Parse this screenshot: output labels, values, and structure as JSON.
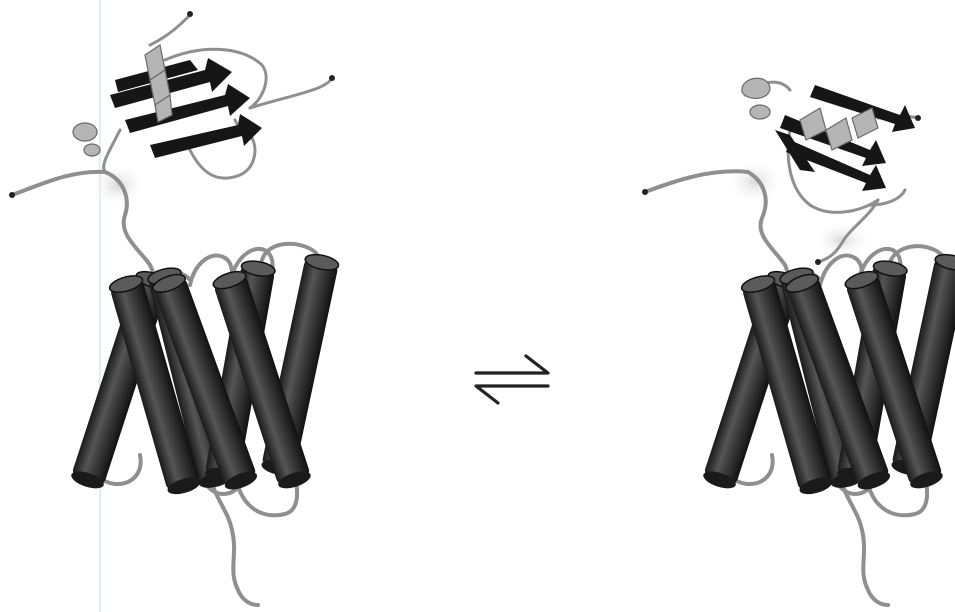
{
  "figure": {
    "left_state": {
      "domain": "beta-sheet-head-domain",
      "transmembrane_helices": 7
    },
    "right_state": {
      "domain": "beta-sheet-head-domain",
      "transmembrane_helices": 7
    },
    "equilibrium_symbol": "reversible-equilibrium-arrows"
  },
  "colors": {
    "background": "#ffffff",
    "helix": "#2a2a2a",
    "helix_shade": "#4a4a4a",
    "sheet": "#1a1a1a",
    "light_helix": "#a8a8a8",
    "loop": "#8c8c8c",
    "loop_light": "#c8c8c8",
    "arrow": "#222222"
  }
}
